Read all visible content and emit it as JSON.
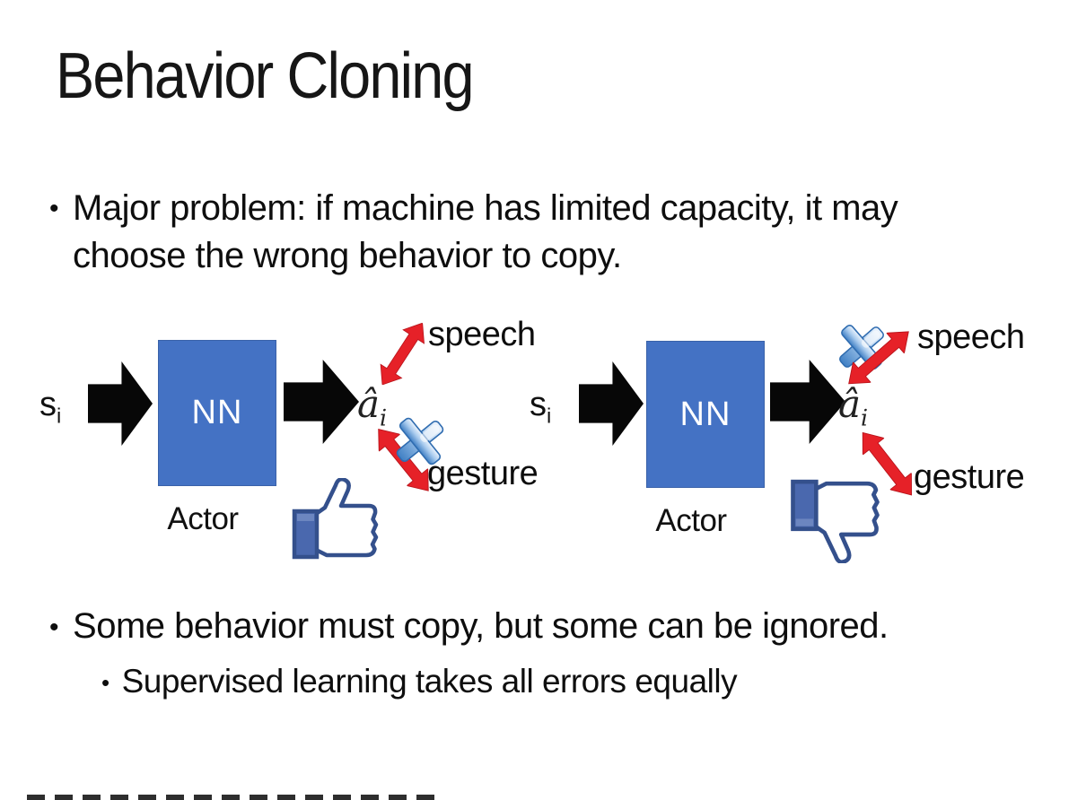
{
  "slide": {
    "title": "Behavior Cloning",
    "bullet_char": "•",
    "bullets": [
      {
        "level": 1,
        "text": "Major problem: if machine has limited capacity, it may choose the wrong behavior to copy."
      },
      {
        "level": 1,
        "text": "Some behavior must copy, but some can be ignored."
      },
      {
        "level": 2,
        "text": "Supervised learning takes all errors equally"
      }
    ]
  },
  "diagram_left": {
    "input_label": "s",
    "input_sub": "i",
    "nn_label": "NN",
    "actor_label": "Actor",
    "output_label": "â",
    "output_sub": "i",
    "speech_label": "speech",
    "gesture_label": "gesture",
    "crossed_out": "gesture",
    "feedback_icon": "thumbs-up"
  },
  "diagram_right": {
    "input_label": "s",
    "input_sub": "i",
    "nn_label": "NN",
    "actor_label": "Actor",
    "output_label": "â",
    "output_sub": "i",
    "speech_label": "speech",
    "gesture_label": "gesture",
    "crossed_out": "speech",
    "feedback_icon": "thumbs-down"
  },
  "colors": {
    "nn_box_fill": "#4472C4",
    "nn_box_border": "#3A62A9",
    "black_arrow": "#070707",
    "red_arrow": "#E62128",
    "cross_light": "#EEF5FD",
    "cross_dark": "#4E8BD0",
    "thumb_outline": "#34508C",
    "thumb_cuff": "#4A68AE",
    "text": "#111111"
  }
}
